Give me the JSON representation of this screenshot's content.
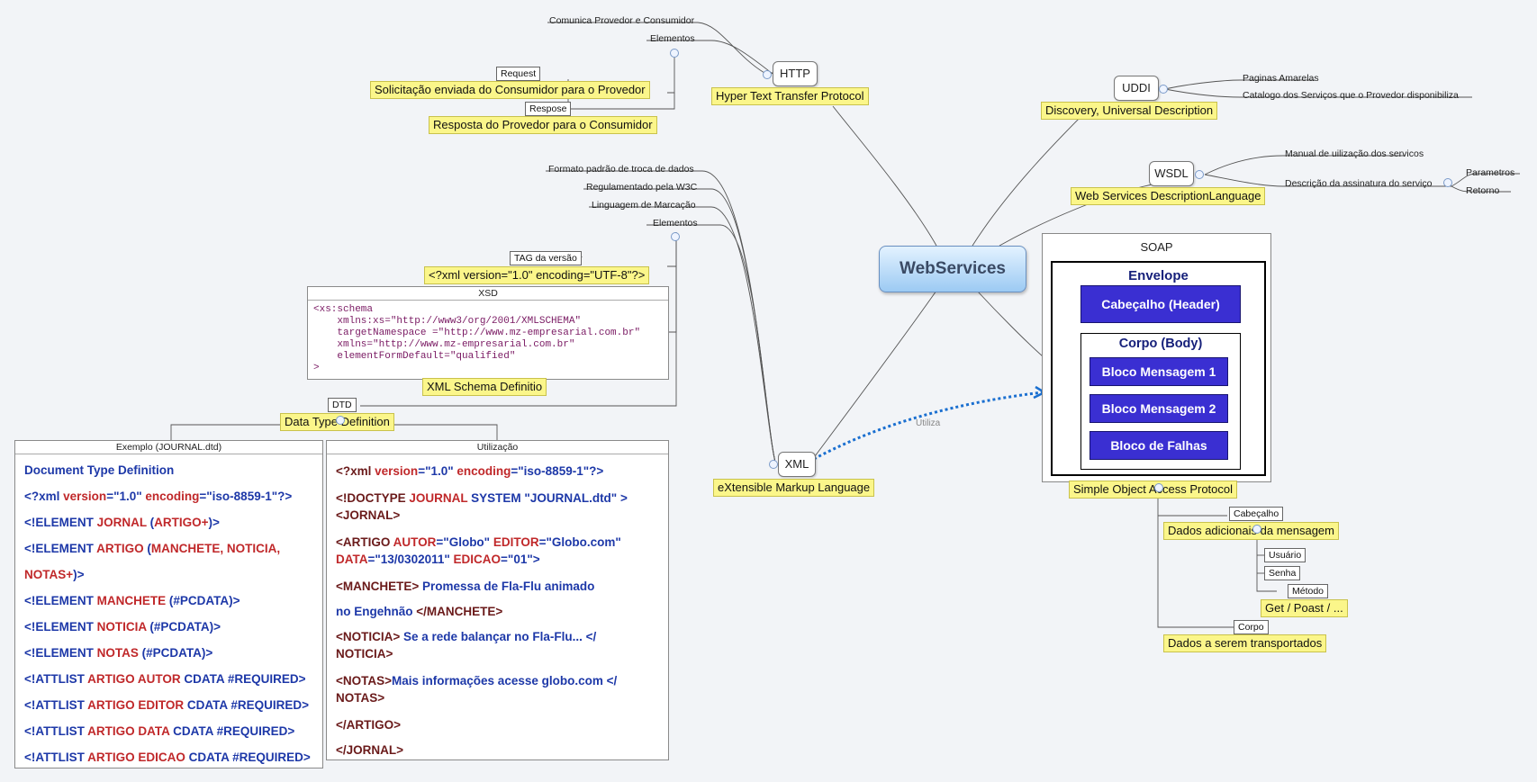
{
  "root": "WebServices",
  "http": {
    "node": "HTTP",
    "label": "Hyper Text Transfer Protocol",
    "items": [
      "Comunica Provedor e Consumidor",
      "Elementos"
    ],
    "request_tag": "Request",
    "request_text": "Solicitação enviada do Consumidor para o Provedor",
    "response_tag": "Respose",
    "response_text": "Resposta do Provedor para o Consumidor"
  },
  "uddi": {
    "node": "UDDI",
    "label": "Discovery, Universal Description",
    "items": [
      "Paginas Amarelas",
      "Catalogo dos Serviços que o Provedor disponibiliza"
    ]
  },
  "wsdl": {
    "node": "WSDL",
    "label": "Web Services DescriptionLanguage",
    "items": [
      "Manual de uilização dos servicos",
      "Descrição da assinatura do serviço"
    ],
    "sub": [
      "Parametros",
      "Retorno"
    ]
  },
  "xml": {
    "node": "XML",
    "label": "eXtensible Markup Language",
    "items": [
      "Formato padrão de troca de dados",
      "Regulamentado pela W3C",
      "Linguagem de Marcação",
      "Elementos"
    ],
    "tag_versao": "TAG da versão",
    "tag_versao_text": "<?xml version=\"1.0\" encoding=\"UTF-8\"?>",
    "xsd_title": "XSD",
    "xsd_code": [
      "<xs:schema",
      "    xmlns:xs=\"http://www3/org/2001/XMLSCHEMA\"",
      "    targetNamespace =\"http://www.mz-empresarial.com.br\"",
      "    xmlns=\"http://www.mz-empresarial.com.br\"",
      "    elementFormDefault=\"qualified\"",
      ">"
    ],
    "xsd_label": "XML Schema Definitio",
    "dtd_tag": "DTD",
    "dtd_label": "Data Type Definition",
    "utiliza": "Utiliza"
  },
  "dtd_example": {
    "title": "Exemplo (JOURNAL.dtd)",
    "lines": [
      {
        "parts": [
          {
            "t": "Document Type Definition",
            "c": "b"
          }
        ]
      },
      {
        "parts": [
          {
            "t": "<?xml ",
            "c": "b"
          },
          {
            "t": "version",
            "c": "r"
          },
          {
            "t": "=\"1.0\" ",
            "c": "b"
          },
          {
            "t": "encoding",
            "c": "r"
          },
          {
            "t": "=\"iso-8859-1\"?>",
            "c": "b"
          }
        ]
      },
      {
        "parts": [
          {
            "t": "<!ELEMENT ",
            "c": "b"
          },
          {
            "t": "JORNAL ",
            "c": "r"
          },
          {
            "t": "(",
            "c": "b"
          },
          {
            "t": "ARTIGO+",
            "c": "r"
          },
          {
            "t": ")>",
            "c": "b"
          }
        ]
      },
      {
        "parts": [
          {
            "t": "<!ELEMENT ",
            "c": "b"
          },
          {
            "t": "ARTIGO ",
            "c": "r"
          },
          {
            "t": "(",
            "c": "b"
          },
          {
            "t": "MANCHETE, NOTICIA,",
            "c": "r"
          }
        ]
      },
      {
        "parts": [
          {
            "t": "NOTAS+",
            "c": "r"
          },
          {
            "t": ")>",
            "c": "b"
          }
        ]
      },
      {
        "parts": [
          {
            "t": "<!ELEMENT ",
            "c": "b"
          },
          {
            "t": "MANCHETE ",
            "c": "r"
          },
          {
            "t": "(#PCDATA)>",
            "c": "b"
          }
        ]
      },
      {
        "parts": [
          {
            "t": "<!ELEMENT ",
            "c": "b"
          },
          {
            "t": "NOTICIA ",
            "c": "r"
          },
          {
            "t": "(#PCDATA)>",
            "c": "b"
          }
        ]
      },
      {
        "parts": [
          {
            "t": "<!ELEMENT ",
            "c": "b"
          },
          {
            "t": "NOTAS ",
            "c": "r"
          },
          {
            "t": "(#PCDATA)>",
            "c": "b"
          }
        ]
      },
      {
        "parts": [
          {
            "t": "<!ATTLIST ",
            "c": "b"
          },
          {
            "t": "ARTIGO AUTOR ",
            "c": "r"
          },
          {
            "t": "CDATA #REQUIRED>",
            "c": "b"
          }
        ]
      },
      {
        "parts": [
          {
            "t": "<!ATTLIST ",
            "c": "b"
          },
          {
            "t": "ARTIGO EDITOR ",
            "c": "r"
          },
          {
            "t": "CDATA #REQUIRED>",
            "c": "b"
          }
        ]
      },
      {
        "parts": [
          {
            "t": "<!ATTLIST ",
            "c": "b"
          },
          {
            "t": "ARTIGO DATA ",
            "c": "r"
          },
          {
            "t": "CDATA #REQUIRED>",
            "c": "b"
          }
        ]
      },
      {
        "parts": [
          {
            "t": "<!ATTLIST ",
            "c": "b"
          },
          {
            "t": "ARTIGO EDICAO ",
            "c": "r"
          },
          {
            "t": "CDATA #REQUIRED>",
            "c": "b"
          }
        ]
      }
    ]
  },
  "dtd_usage": {
    "title": "Utilização",
    "lines": [
      {
        "parts": [
          {
            "t": "<?xml ",
            "c": "m"
          },
          {
            "t": "version",
            "c": "r"
          },
          {
            "t": "=\"1.0\" ",
            "c": "b"
          },
          {
            "t": "encoding",
            "c": "r"
          },
          {
            "t": "=\"iso-8859-1\"?>",
            "c": "b"
          }
        ]
      },
      {
        "parts": [
          {
            "t": "<!DOCTYPE ",
            "c": "m"
          },
          {
            "t": "JOURNAL ",
            "c": "r"
          },
          {
            "t": "SYSTEM \"JOURNAL.dtd\" >",
            "c": "b"
          }
        ]
      },
      {
        "parts": [
          {
            "t": "<JORNAL>",
            "c": "m"
          }
        ]
      },
      {
        "parts": [
          {
            "t": "<ARTIGO ",
            "c": "m"
          },
          {
            "t": "AUTOR",
            "c": "r"
          },
          {
            "t": "=\"Globo\" ",
            "c": "b"
          },
          {
            "t": "EDITOR",
            "c": "r"
          },
          {
            "t": "=\"Globo.com\"",
            "c": "b"
          }
        ]
      },
      {
        "parts": [
          {
            "t": "DATA",
            "c": "r"
          },
          {
            "t": "=\"13/0302011\" ",
            "c": "b"
          },
          {
            "t": "EDICAO",
            "c": "r"
          },
          {
            "t": "=\"01\">",
            "c": "b"
          }
        ]
      },
      {
        "parts": [
          {
            "t": "<MANCHETE> ",
            "c": "m"
          },
          {
            "t": "Promessa de Fla-Flu animado",
            "c": "b"
          }
        ]
      },
      {
        "parts": [
          {
            "t": " no Engehnão ",
            "c": "b"
          },
          {
            "t": "</MANCHETE>",
            "c": "m"
          }
        ]
      },
      {
        "parts": [
          {
            "t": "<NOTICIA> ",
            "c": "m"
          },
          {
            "t": "Se a rede balançar no Fla-Flu... </",
            "c": "b"
          }
        ]
      },
      {
        "parts": [
          {
            "t": "NOTICIA>",
            "c": "m"
          }
        ]
      },
      {
        "parts": [
          {
            "t": "<NOTAS>",
            "c": "m"
          },
          {
            "t": "Mais informações acesse globo.com </",
            "c": "b"
          }
        ]
      },
      {
        "parts": [
          {
            "t": "NOTAS>",
            "c": "m"
          }
        ]
      },
      {
        "parts": [
          {
            "t": "</ARTIGO>",
            "c": "m"
          }
        ]
      },
      {
        "parts": [
          {
            "t": "</JORNAL>",
            "c": "m"
          }
        ]
      }
    ]
  },
  "soap": {
    "title": "SOAP",
    "envelope": "Envelope",
    "header": "Cabeçalho (Header)",
    "body": "Corpo (Body)",
    "blocks": [
      "Bloco Mensagem 1",
      "Bloco Mensagem 2",
      "Bloco de Falhas"
    ],
    "label": "Simple Object Access Protocol",
    "cab_tag": "Cabeçalho",
    "cab_text": "Dados adicionais da mensagem",
    "cab_items": [
      "Usuário",
      "Senha"
    ],
    "metodo_tag": "Método",
    "metodo_text": "Get / Poast / ...",
    "corpo_tag": "Corpo",
    "corpo_text": "Dados a serem transportados"
  },
  "colors": {
    "background": "#f2f4f7",
    "highlight": "#fbf68a",
    "soap_block": "#3a2fd2",
    "link": "#1a6fd0"
  }
}
